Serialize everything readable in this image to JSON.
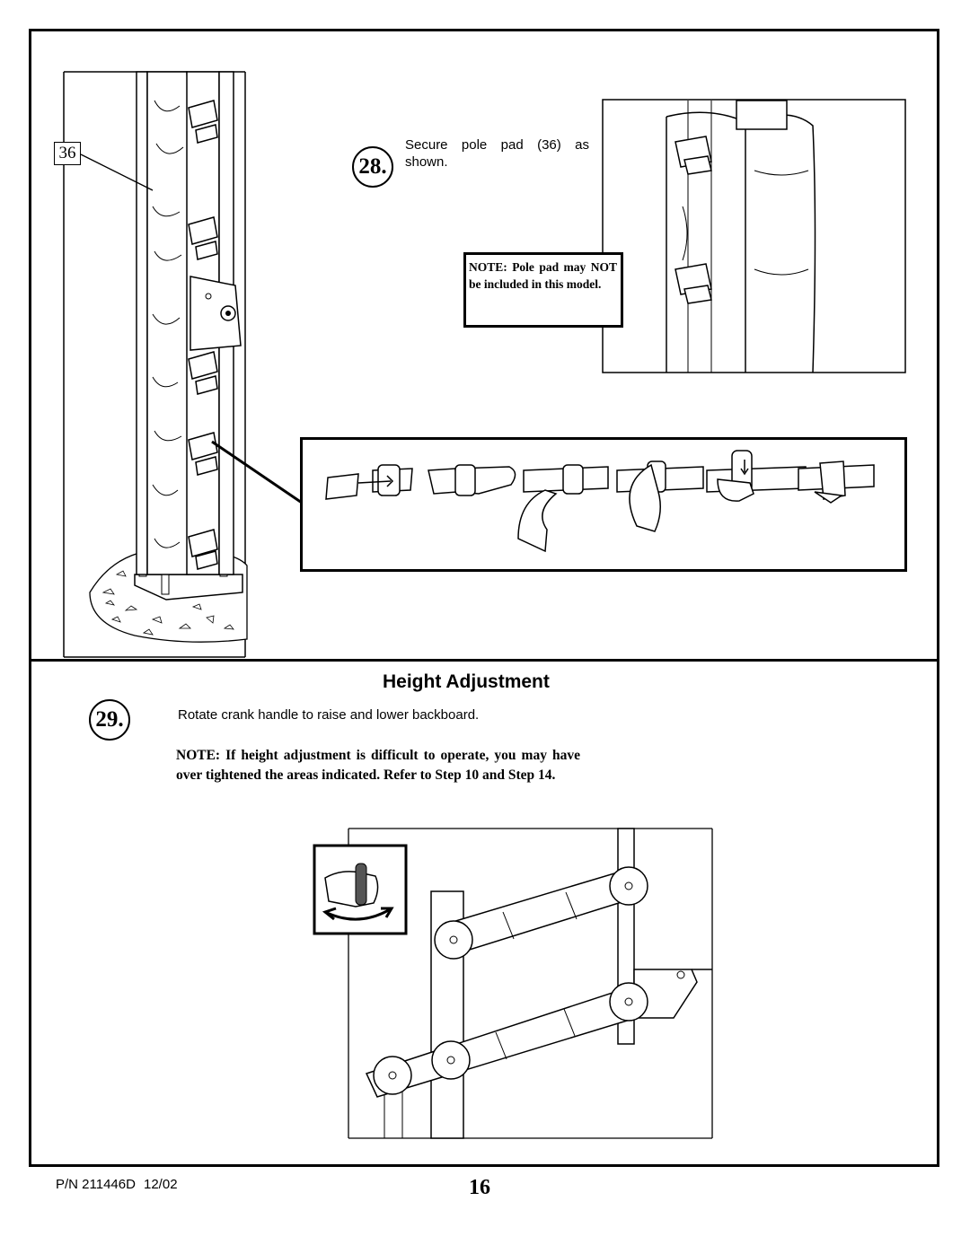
{
  "step28": {
    "number": "28.",
    "text": "Secure pole pad (36) as shown.",
    "note": "NOTE: Pole pad may NOT be included in this model.",
    "callout": "36"
  },
  "section29": {
    "title": "Height Adjustment",
    "number": "29.",
    "text": "Rotate crank handle to raise and lower backboard.",
    "note": "NOTE: If height adjustment is difficult to operate, you may have over tightened the areas indicated.  Refer to Step 10 and Step 14."
  },
  "footer": {
    "part_number": "P/N 211446D",
    "date": "12/02",
    "page_number": "16"
  }
}
